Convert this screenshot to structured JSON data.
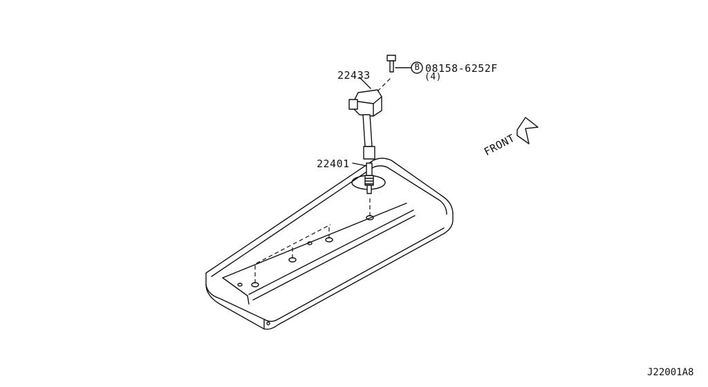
{
  "diagram": {
    "parts": [
      {
        "number": "22433"
      },
      {
        "number": "22401"
      }
    ],
    "fastener": {
      "symbol": "B",
      "number": "08158-6252F",
      "quantity": "(4)"
    },
    "direction": {
      "label": "FRONT"
    },
    "reference_code": "J22001A8"
  }
}
